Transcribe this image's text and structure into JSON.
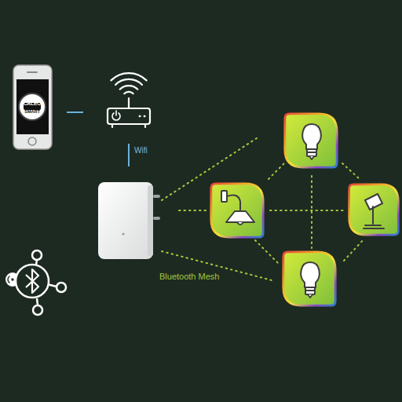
{
  "diagram": {
    "labels": [
      "CALEO",
      "SMART",
      "Wifi",
      "Bluetooth Mesh"
    ]
  }
}
